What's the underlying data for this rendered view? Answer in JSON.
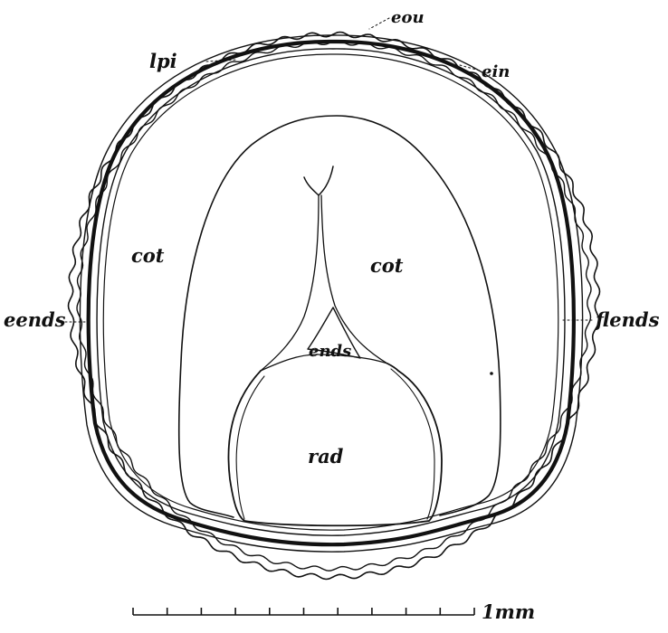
{
  "labels": {
    "eou": "eou",
    "lpi": "lpi",
    "ein": "ein",
    "cot_left": "cot",
    "cot_right": "cot",
    "eends": "eends",
    "flends": "flends",
    "ends": "ends",
    "rad": "rad"
  },
  "scale_bar": {
    "label": "1mm",
    "tick_count": 11
  },
  "colors": {
    "ink": "#111111",
    "background": "#ffffff"
  }
}
